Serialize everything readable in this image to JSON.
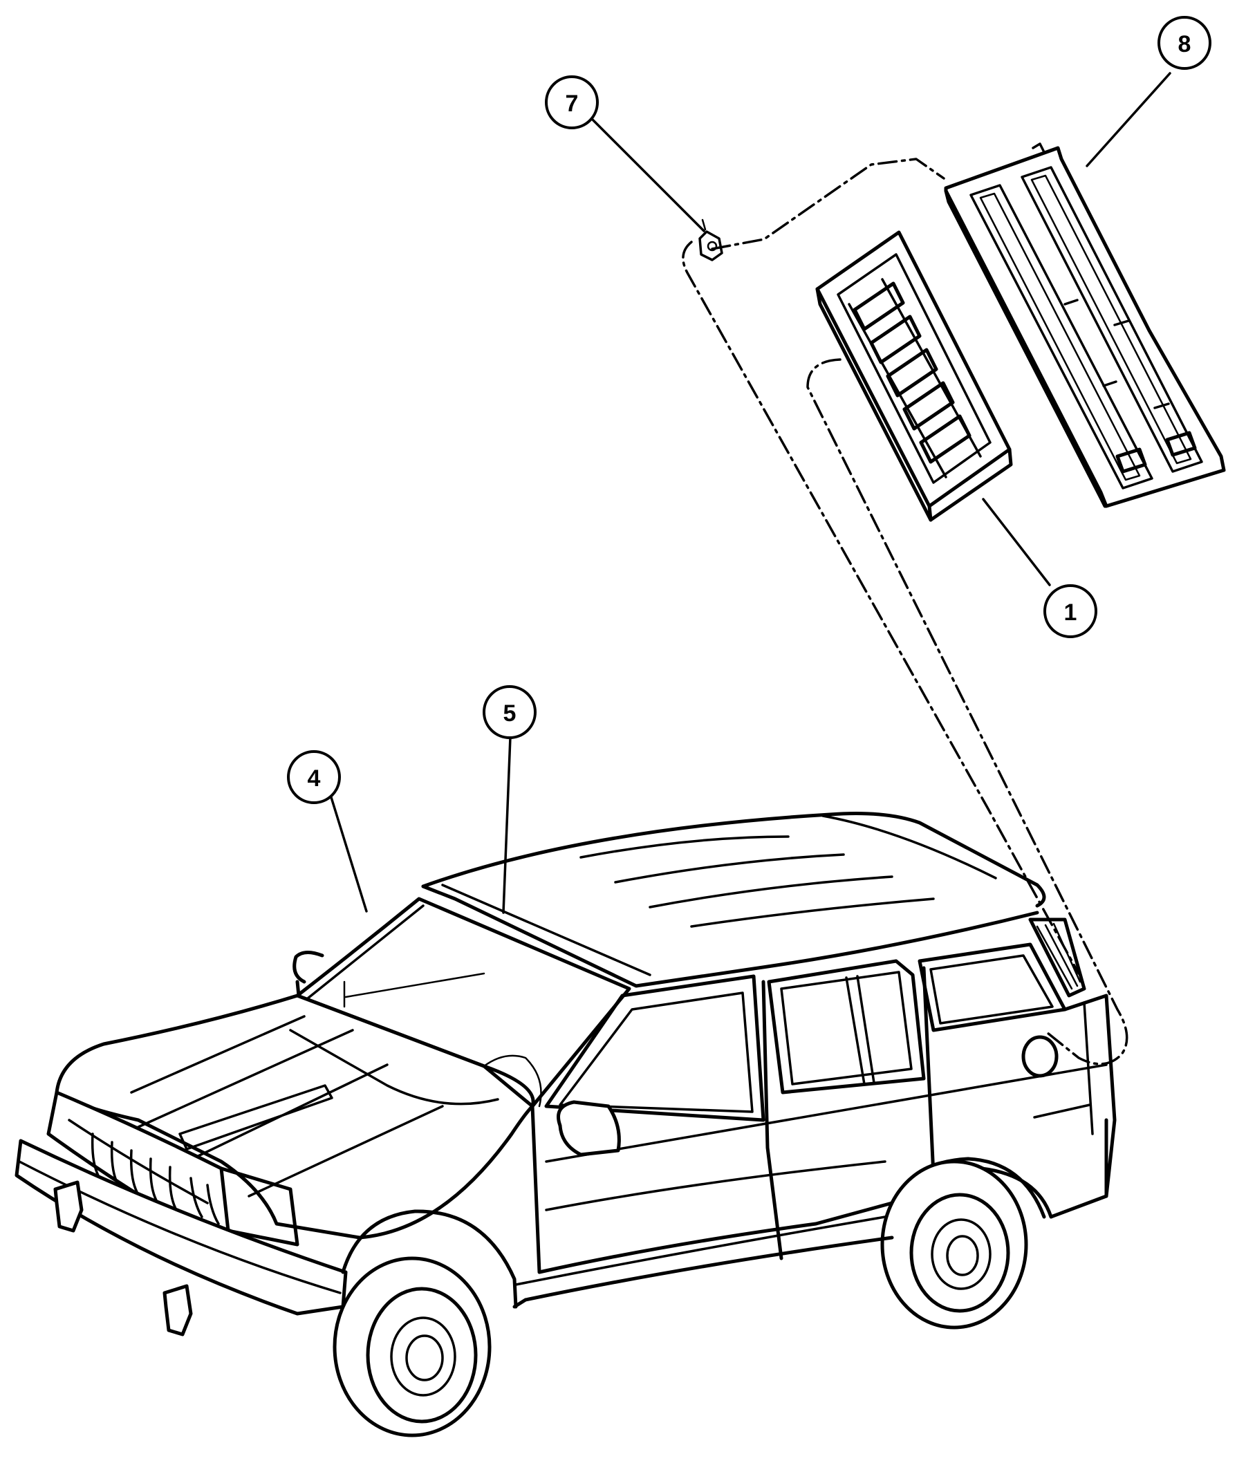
{
  "diagram": {
    "colors": {
      "ink": "#000000",
      "paper": "#ffffff"
    },
    "callouts": [
      {
        "id": "7",
        "label": "7"
      },
      {
        "id": "8",
        "label": "8"
      },
      {
        "id": "1",
        "label": "1"
      },
      {
        "id": "5",
        "label": "5"
      },
      {
        "id": "4",
        "label": "4"
      }
    ],
    "parts": [
      {
        "id": "vehicle",
        "icon": "suv-icon"
      },
      {
        "id": "clip",
        "icon": "clip-icon"
      },
      {
        "id": "vent-grille-inner",
        "icon": "louver-icon"
      },
      {
        "id": "vent-bezel-outer",
        "icon": "bezel-icon"
      }
    ]
  }
}
